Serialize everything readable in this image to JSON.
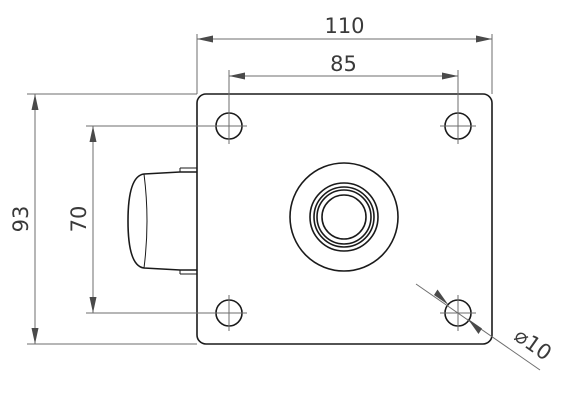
{
  "drawing": {
    "dimensions": {
      "overall_width": "110",
      "hole_spacing_x": "85",
      "overall_height": "93",
      "hole_spacing_y": "70",
      "hole_diameter": "⌀10"
    }
  },
  "colors": {
    "outline": "#1a1a1a",
    "dimension_line": "#6e6e6e",
    "text": "#3a3a3a",
    "background": "#ffffff"
  }
}
